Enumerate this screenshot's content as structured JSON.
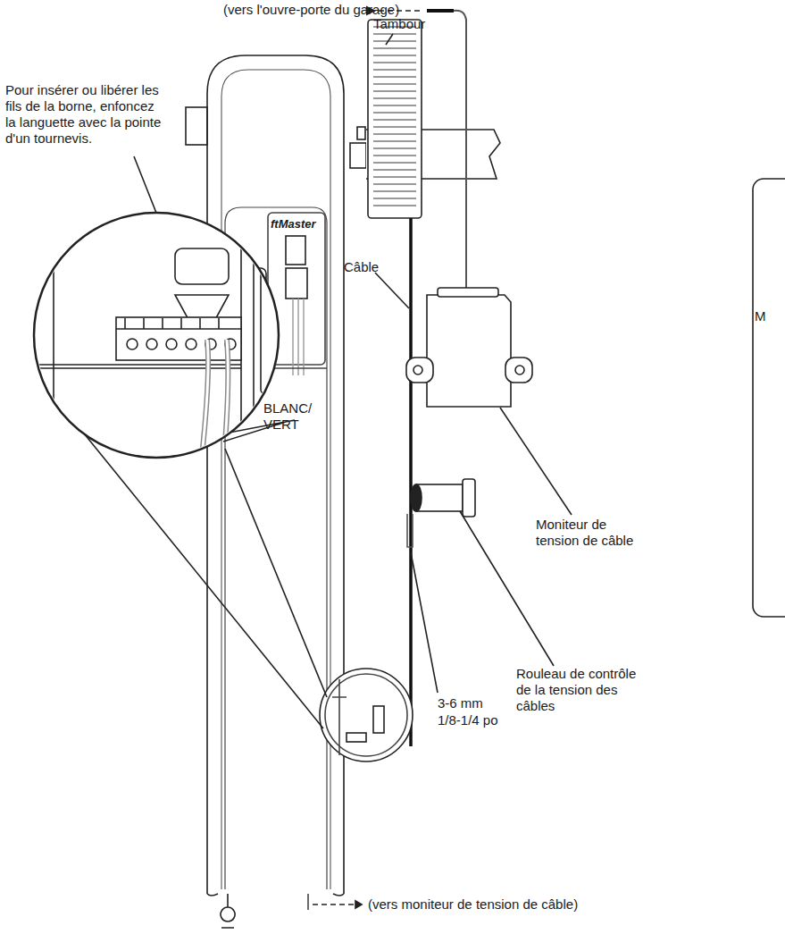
{
  "diagram": {
    "labels": [
      "(vers l'ouvre-porte du garage)",
      "Tambour",
      "Pour insérer ou libérer les fils de la borne, enfoncez la languette avec la pointe  d'un tournevis.",
      "ftMaster",
      "Câble",
      "M",
      "BLANC/ VERT",
      "Moniteur de tension de câble",
      "3-6 mm",
      "1/8-1/4 po",
      "Rouleau de contrôle de la tension des câbles",
      "(vers moniteur de tension de câble)"
    ]
  }
}
